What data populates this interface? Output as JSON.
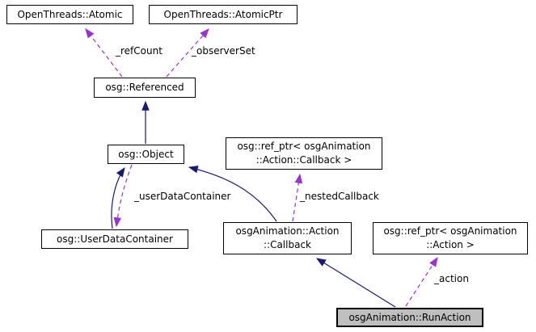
{
  "diagram_type": "collaboration-graph",
  "colors": {
    "inheritance_edge": "#191970",
    "usage_edge": "#9a32cd",
    "node_border": "#000000",
    "node_fill": "#ffffff",
    "highlight_node_fill": "#bfbfbf"
  },
  "nodes": {
    "atomic": {
      "label": "OpenThreads::Atomic"
    },
    "atomicptr": {
      "label": "OpenThreads::AtomicPtr"
    },
    "referenced": {
      "label": "osg::Referenced"
    },
    "object": {
      "label": "osg::Object"
    },
    "refptr_callback": {
      "lines": [
        "osg::ref_ptr< osgAnimation",
        "::Action::Callback >"
      ]
    },
    "userdatacontainer": {
      "label": "osg::UserDataContainer"
    },
    "action_callback": {
      "lines": [
        "osgAnimation::Action",
        "::Callback"
      ]
    },
    "refptr_action": {
      "lines": [
        "osg::ref_ptr< osgAnimation",
        "::Action >"
      ]
    },
    "runaction": {
      "label": "osgAnimation::RunAction"
    }
  },
  "edges": [
    {
      "from": "osg::Referenced",
      "to": "OpenThreads::Atomic",
      "type": "usage",
      "label": "_refCount"
    },
    {
      "from": "osg::Referenced",
      "to": "OpenThreads::AtomicPtr",
      "type": "usage",
      "label": "_observerSet"
    },
    {
      "from": "osg::Object",
      "to": "osg::Referenced",
      "type": "inheritance",
      "label": ""
    },
    {
      "from": "osg::UserDataContainer",
      "to": "osg::Object",
      "type": "inheritance",
      "label": ""
    },
    {
      "from": "osg::Object",
      "to": "osg::UserDataContainer",
      "type": "usage",
      "label": "_userDataContainer"
    },
    {
      "from": "osgAnimation::Action::Callback",
      "to": "osg::Object",
      "type": "inheritance",
      "label": ""
    },
    {
      "from": "osgAnimation::Action::Callback",
      "to": "osg::ref_ptr< osgAnimation::Action::Callback >",
      "type": "usage",
      "label": "_nestedCallback"
    },
    {
      "from": "osgAnimation::RunAction",
      "to": "osgAnimation::Action::Callback",
      "type": "inheritance",
      "label": ""
    },
    {
      "from": "osgAnimation::RunAction",
      "to": "osg::ref_ptr< osgAnimation::Action >",
      "type": "usage",
      "label": "_action"
    }
  ]
}
